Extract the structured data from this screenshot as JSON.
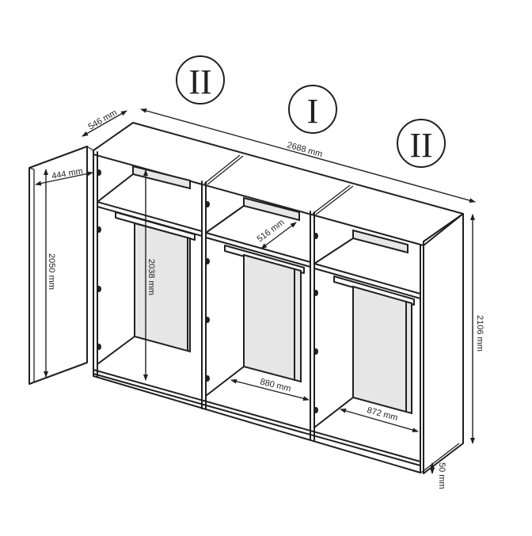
{
  "diagram": {
    "subject": "3-section wardrobe technical dimension drawing",
    "colors": {
      "line": "#231f20",
      "back_panel": "#e6e6e6",
      "background": "#ffffff"
    },
    "section_markers": [
      {
        "id": "left",
        "label": "II"
      },
      {
        "id": "middle",
        "label": "I"
      },
      {
        "id": "right",
        "label": "II"
      }
    ],
    "dimensions": {
      "depth": "546 mm",
      "total_width": "2688 mm",
      "door_width": "444 mm",
      "door_height": "2050 mm",
      "interior_height": "2038 mm",
      "shelf_depth": "516 mm",
      "middle_section_width": "880 mm",
      "right_section_width": "872 mm",
      "total_height": "2106 mm",
      "plinth_height": "50 mm"
    }
  }
}
